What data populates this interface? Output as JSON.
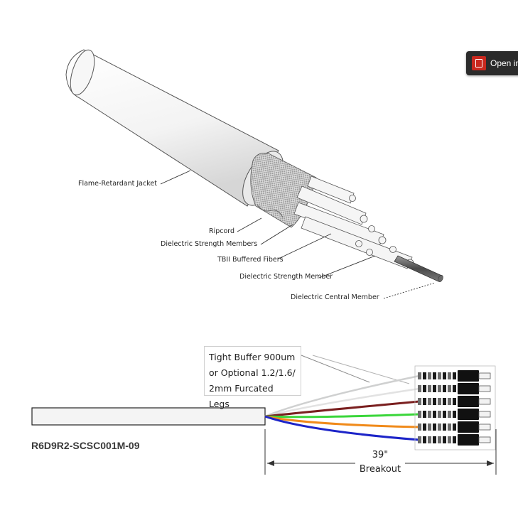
{
  "toolbar": {
    "open_label": "Open in",
    "pdf_icon": "pdf-icon"
  },
  "cable_labels": {
    "jacket": "Flame-Retardant Jacket",
    "ripcord": "Ripcord",
    "strength_members": "Dielectric Strength Members",
    "buffered_fibers": "TBII Buffered Fibers",
    "strength_member": "Dielectric Strength Member",
    "central_member": "Dielectric Central Member"
  },
  "breakout": {
    "callout_lines": [
      "Tight Buffer 900um",
      "or Optional 1.2/1.6/",
      "2mm Furcated Legs"
    ],
    "part_number": "R6D9R2-SCSC001M-09",
    "length": "39\"",
    "length_label": "Breakout",
    "leg_colors": [
      "#cfd0d0",
      "#e2e2e2",
      "#7a1f1f",
      "#3ad63a",
      "#f08a1a",
      "#1c24c8"
    ]
  }
}
